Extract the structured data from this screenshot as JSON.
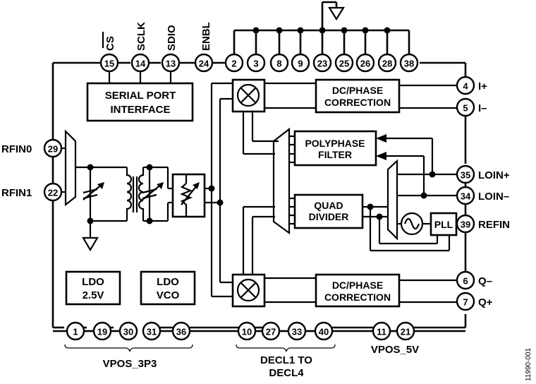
{
  "diagram": {
    "type": "functional-block-diagram",
    "top_pins": {
      "cs": {
        "number": "15",
        "label": "CS",
        "active_low": true
      },
      "sclk": {
        "number": "14",
        "label": "SCLK"
      },
      "sdio": {
        "number": "13",
        "label": "SDIO"
      },
      "enbl": {
        "number": "24",
        "label": "ENBL"
      },
      "ground_pins": [
        "2",
        "3",
        "8",
        "9",
        "23",
        "25",
        "26",
        "28",
        "38"
      ]
    },
    "left_pins": {
      "rfin0": {
        "number": "29",
        "label": "RFIN0"
      },
      "rfin1": {
        "number": "22",
        "label": "RFIN1"
      }
    },
    "right_pins": {
      "i_plus": {
        "number": "4",
        "label": "I+"
      },
      "i_minus": {
        "number": "5",
        "label": "I–"
      },
      "loin_plus": {
        "number": "35",
        "label": "LOIN+"
      },
      "loin_minus": {
        "number": "34",
        "label": "LOIN–"
      },
      "refin": {
        "number": "39",
        "label": "REFIN"
      },
      "q_minus": {
        "number": "6",
        "label": "Q–"
      },
      "q_plus": {
        "number": "7",
        "label": "Q+"
      }
    },
    "bottom_pins": {
      "vpos_3p3": {
        "numbers": [
          "1",
          "19",
          "30",
          "31",
          "36"
        ],
        "label": "VPOS_3P3"
      },
      "decl": {
        "numbers": [
          "10",
          "27",
          "33",
          "40"
        ],
        "label_line1": "DECL1 TO",
        "label_line2": "DECL4"
      },
      "vpos_5v": {
        "numbers": [
          "11",
          "21"
        ],
        "label": "VPOS_5V"
      }
    },
    "blocks": {
      "serial_port": {
        "line1": "SERIAL PORT",
        "line2": "INTERFACE"
      },
      "dc_phase_i": {
        "line1": "DC/PHASE",
        "line2": "CORRECTION"
      },
      "dc_phase_q": {
        "line1": "DC/PHASE",
        "line2": "CORRECTION"
      },
      "polyphase": {
        "line1": "POLYPHASE",
        "line2": "FILTER"
      },
      "quad_divider": {
        "line1": "QUAD",
        "line2": "DIVIDER"
      },
      "pll": {
        "label": "PLL"
      },
      "ldo_25": {
        "line1": "LDO",
        "line2": "2.5V"
      },
      "ldo_vco": {
        "line1": "LDO",
        "line2": "VCO"
      }
    },
    "figure_id": "11990-001"
  }
}
